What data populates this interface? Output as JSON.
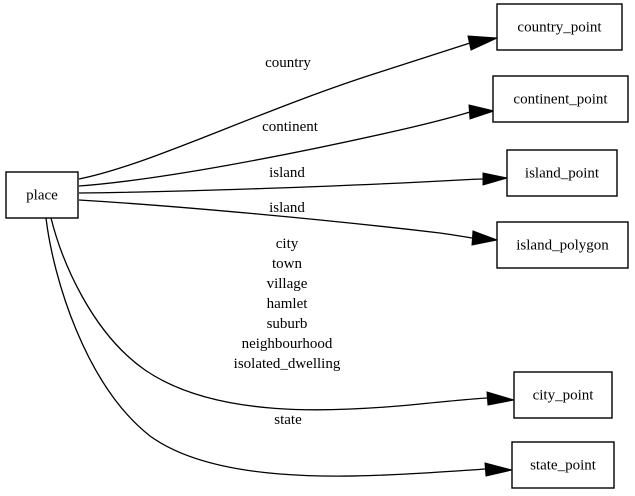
{
  "diagram": {
    "type": "directed-graph",
    "title": "place",
    "background_color": "#ffffff",
    "line_color": "#000000",
    "text_color": "#000000",
    "source_node": {
      "id": "place",
      "label": "place"
    },
    "target_nodes": [
      {
        "id": "country_point",
        "label": "country_point"
      },
      {
        "id": "continent_point",
        "label": "continent_point"
      },
      {
        "id": "island_point",
        "label": "island_point"
      },
      {
        "id": "island_polygon",
        "label": "island_polygon"
      },
      {
        "id": "city_point",
        "label": "city_point"
      },
      {
        "id": "state_point",
        "label": "state_point"
      }
    ],
    "edges": [
      {
        "from": "place",
        "to": "country_point",
        "label": "country"
      },
      {
        "from": "place",
        "to": "continent_point",
        "label": "continent"
      },
      {
        "from": "place",
        "to": "island_point",
        "label": "island"
      },
      {
        "from": "place",
        "to": "island_polygon",
        "label": "island"
      },
      {
        "from": "place",
        "to": "city_point",
        "label": "city\ntown\nvillage\nhamlet\nsuburb\nneighbourhood\nisolated_dwelling"
      },
      {
        "from": "place",
        "to": "state_point",
        "label": "state"
      }
    ],
    "edge_label_lines": {
      "country": [
        "country"
      ],
      "continent": [
        "continent"
      ],
      "island_1": [
        "island"
      ],
      "island_2": [
        "island"
      ],
      "city": [
        "city",
        "town",
        "village",
        "hamlet",
        "suburb",
        "neighbourhood",
        "isolated_dwelling"
      ],
      "state": [
        "state"
      ]
    }
  }
}
